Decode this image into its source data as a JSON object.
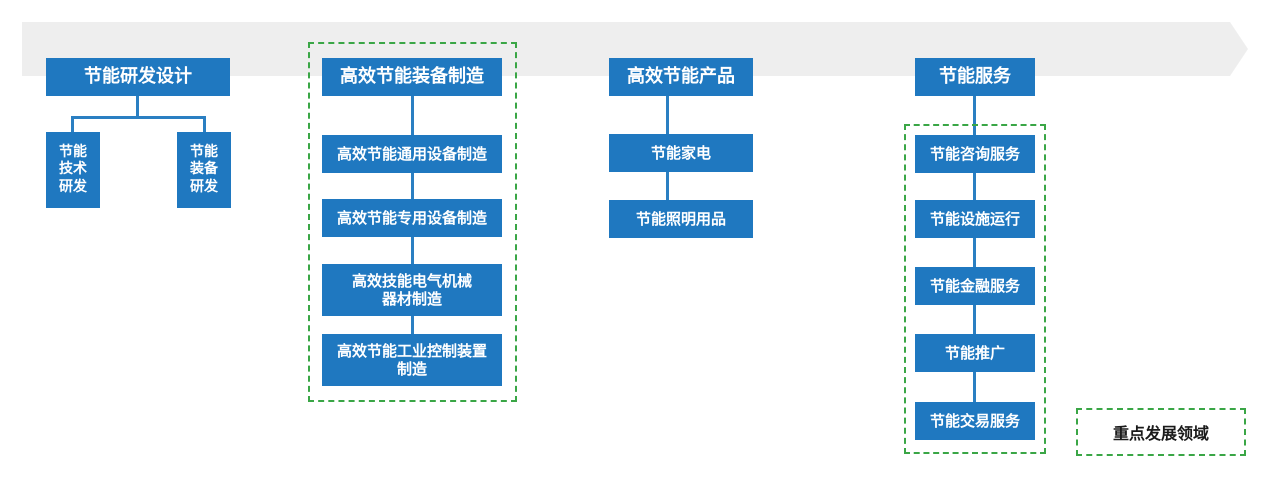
{
  "columns": {
    "rnd": {
      "title": "节能研发设计",
      "children": [
        "节能\n技术\n研发",
        "节能\n装备\n研发"
      ]
    },
    "equipment": {
      "title": "高效节能装备制造",
      "children": [
        "高效节能通用设备制造",
        "高效节能专用设备制造",
        "高效技能电气机械\n器材制造",
        "高效节能工业控制装置\n制造"
      ]
    },
    "products": {
      "title": "高效节能产品",
      "children": [
        "节能家电",
        "节能照明用品"
      ]
    },
    "services": {
      "title": "节能服务",
      "children": [
        "节能咨询服务",
        "节能设施运行",
        "节能金融服务",
        "节能推广",
        "节能交易服务"
      ]
    }
  },
  "legend": {
    "label": "重点发展领域"
  },
  "colors": {
    "box": "#1f78c0",
    "band": "#eeeeee",
    "dash": "#3aa646"
  }
}
